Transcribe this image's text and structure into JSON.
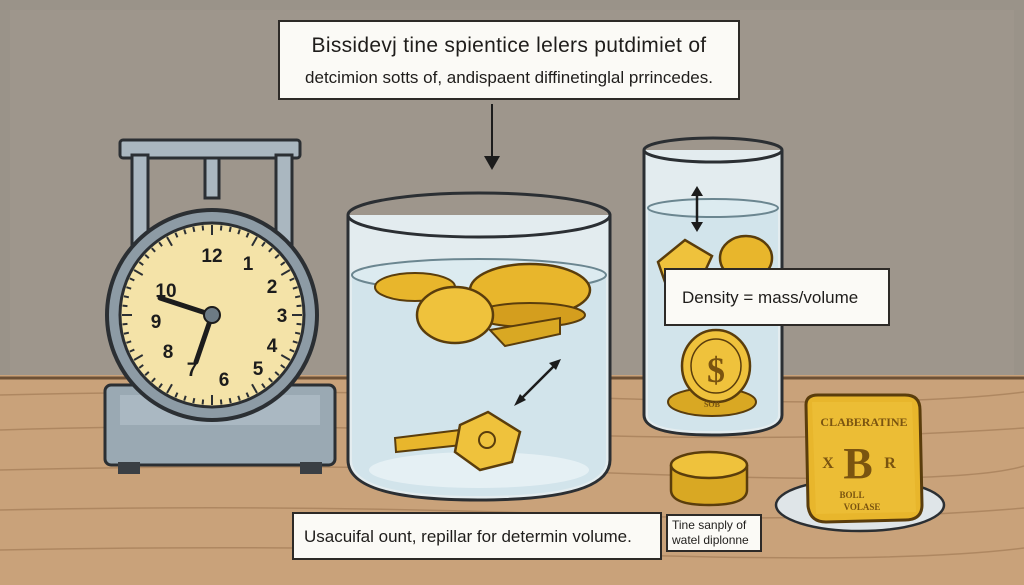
{
  "header": {
    "title_line1": "Bissidevj tine spientice lelers putdimiet of",
    "title_line2": "detcimion sotts of, andispaent diffinetinglal prrincedes."
  },
  "labels": {
    "density": "Density = mass/volume",
    "volume_method": "Usacuifal ount, repillar for determin volume.",
    "water_note_line1": "Tine sanply of",
    "water_note_line2": "watel diplonne"
  },
  "scale": {
    "dial_numbers": [
      "12",
      "1",
      "2",
      "3",
      "4",
      "5",
      "6",
      "7",
      "8",
      "9",
      "10"
    ]
  },
  "coins": {
    "glass_coin_symbol": "$",
    "glass_coin_text": "SOB",
    "block_text_top": "CLABERATINE",
    "block_letters": [
      "X",
      "B",
      "R"
    ],
    "block_text_bottom_1": "BOLL",
    "block_text_bottom_2": "VOLASE"
  },
  "colors": {
    "wall": "#9a9389",
    "table": "#c9a27a",
    "gold": "#e8b62c",
    "water": "#cfe3ea"
  }
}
